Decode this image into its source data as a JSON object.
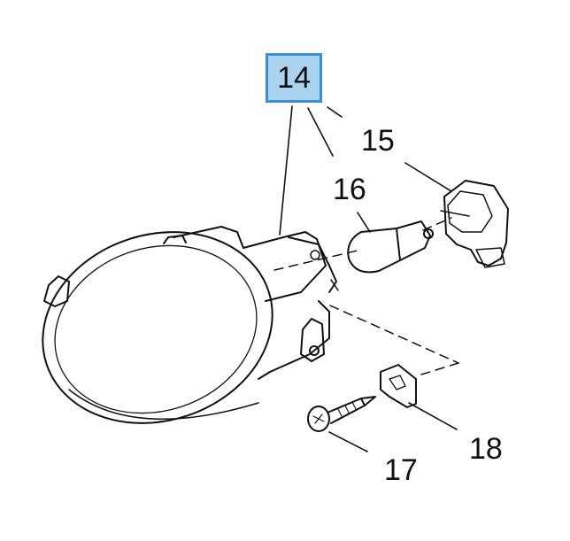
{
  "callouts": {
    "c14": "14",
    "c15": "15",
    "c16": "16",
    "c17": "17",
    "c18": "18"
  },
  "colors": {
    "highlight_fill": "#a9d3ef",
    "highlight_border": "#3b8fd4",
    "line": "#111111"
  },
  "parts": {
    "p14": "fog-lamp-housing",
    "p15": "bulb-socket-connector",
    "p16": "bulb",
    "p17": "screw",
    "p18": "mounting-bracket"
  }
}
